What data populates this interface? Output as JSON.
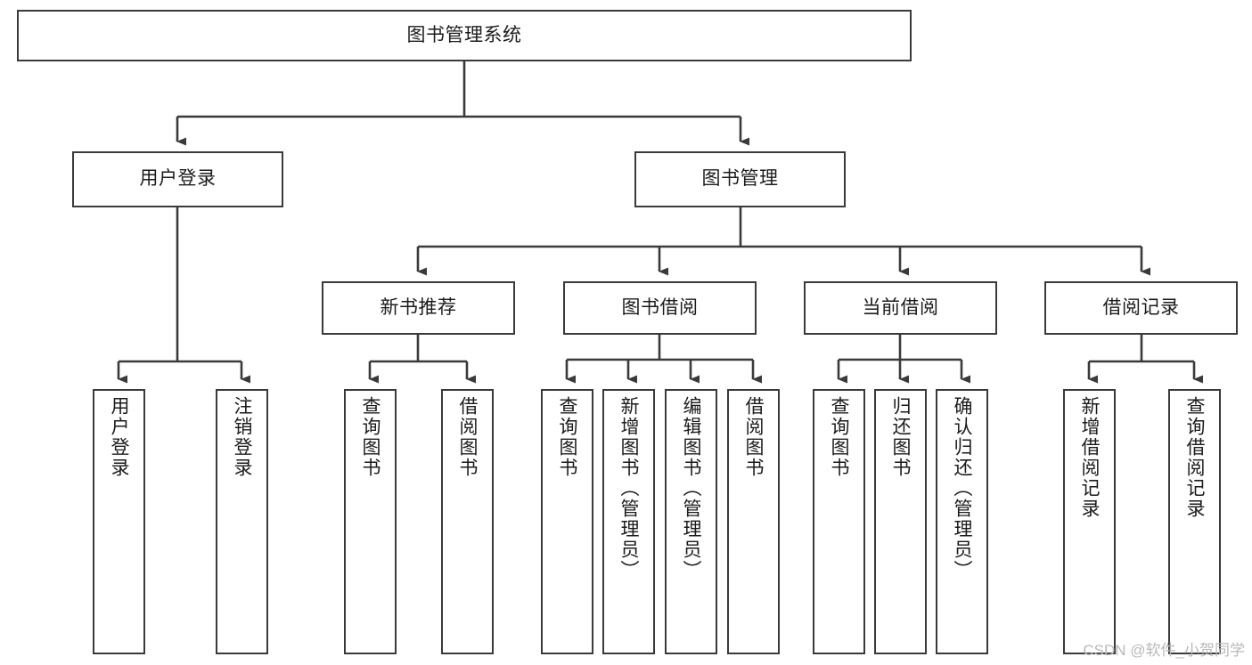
{
  "diagram": {
    "title": "图书管理系统",
    "watermark": "CSDN @软件_小贺同学",
    "line_color": "#3a3a3a",
    "box_fill": "#ffffff",
    "text_color": "#1b1b1b",
    "root": {
      "id": "root",
      "label": "图书管理系统"
    },
    "level2": [
      {
        "id": "user-login",
        "label": "用户登录"
      },
      {
        "id": "book-manage",
        "label": "图书管理"
      }
    ],
    "level3": [
      {
        "id": "new-book-recommend",
        "label": "新书推荐"
      },
      {
        "id": "book-borrow",
        "label": "图书借阅"
      },
      {
        "id": "current-borrow",
        "label": "当前借阅"
      },
      {
        "id": "borrow-record",
        "label": "借阅记录"
      }
    ],
    "leaves": {
      "user_login": [
        {
          "id": "leaf-user-login",
          "label": "用户登录"
        },
        {
          "id": "leaf-logout-login",
          "label": "注销登录"
        }
      ],
      "new_book_recommend": [
        {
          "id": "leaf-query-book-1",
          "label": "查询图书"
        },
        {
          "id": "leaf-borrow-book-1",
          "label": "借阅图书"
        }
      ],
      "book_borrow": [
        {
          "id": "leaf-query-book-2",
          "label": "查询图书"
        },
        {
          "id": "leaf-add-book",
          "label": "新增图书（管理员）"
        },
        {
          "id": "leaf-edit-book",
          "label": "编辑图书（管理员）"
        },
        {
          "id": "leaf-borrow-book-2",
          "label": "借阅图书"
        }
      ],
      "current_borrow": [
        {
          "id": "leaf-query-book-3",
          "label": "查询图书"
        },
        {
          "id": "leaf-return-book",
          "label": "归还图书"
        },
        {
          "id": "leaf-confirm-return",
          "label": "确认归还（管理员）"
        }
      ],
      "borrow_record": [
        {
          "id": "leaf-add-record",
          "label": "新增借阅记录"
        },
        {
          "id": "leaf-query-record",
          "label": "查询借阅记录"
        }
      ]
    }
  }
}
